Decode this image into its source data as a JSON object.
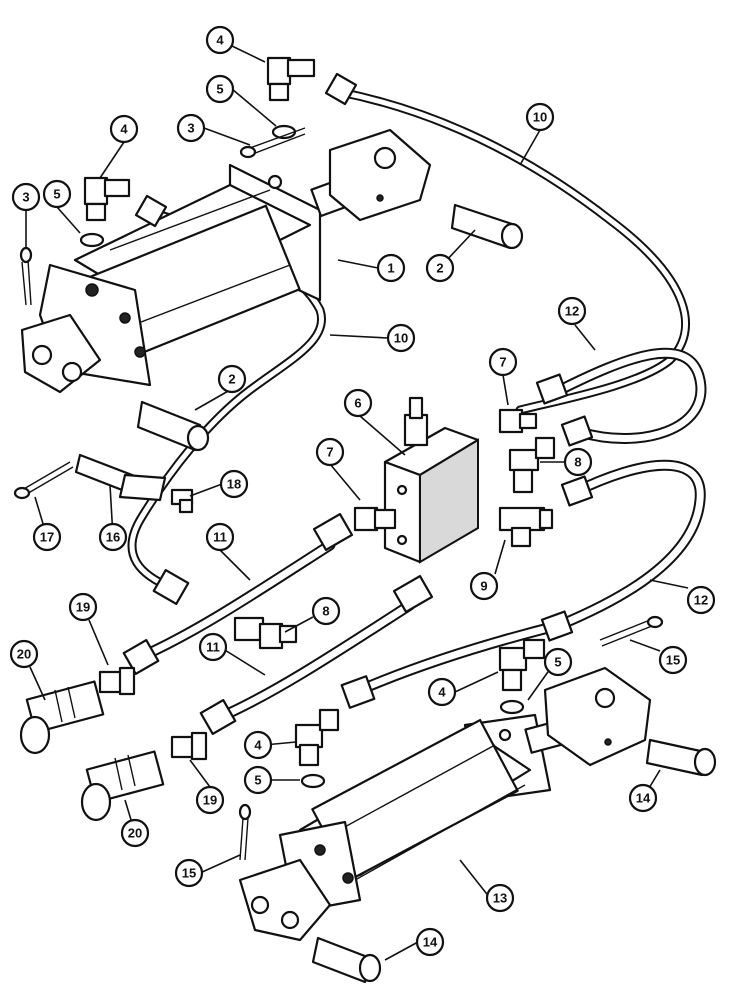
{
  "callouts": {
    "c1": "1",
    "c2a": "2",
    "c2b": "2",
    "c3a": "3",
    "c3b": "3",
    "c4a": "4",
    "c4b": "4",
    "c4c": "4",
    "c4d": "4",
    "c5a": "5",
    "c5b": "5",
    "c5c": "5",
    "c5d": "5",
    "c6": "6",
    "c7a": "7",
    "c7b": "7",
    "c8a": "8",
    "c8b": "8",
    "c9": "9",
    "c10a": "10",
    "c10b": "10",
    "c11a": "11",
    "c11b": "11",
    "c12a": "12",
    "c12b": "12",
    "c13": "13",
    "c14a": "14",
    "c14b": "14",
    "c15a": "15",
    "c15b": "15",
    "c16": "16",
    "c17": "17",
    "c18": "18",
    "c19a": "19",
    "c19b": "19",
    "c20a": "20",
    "c20b": "20"
  }
}
